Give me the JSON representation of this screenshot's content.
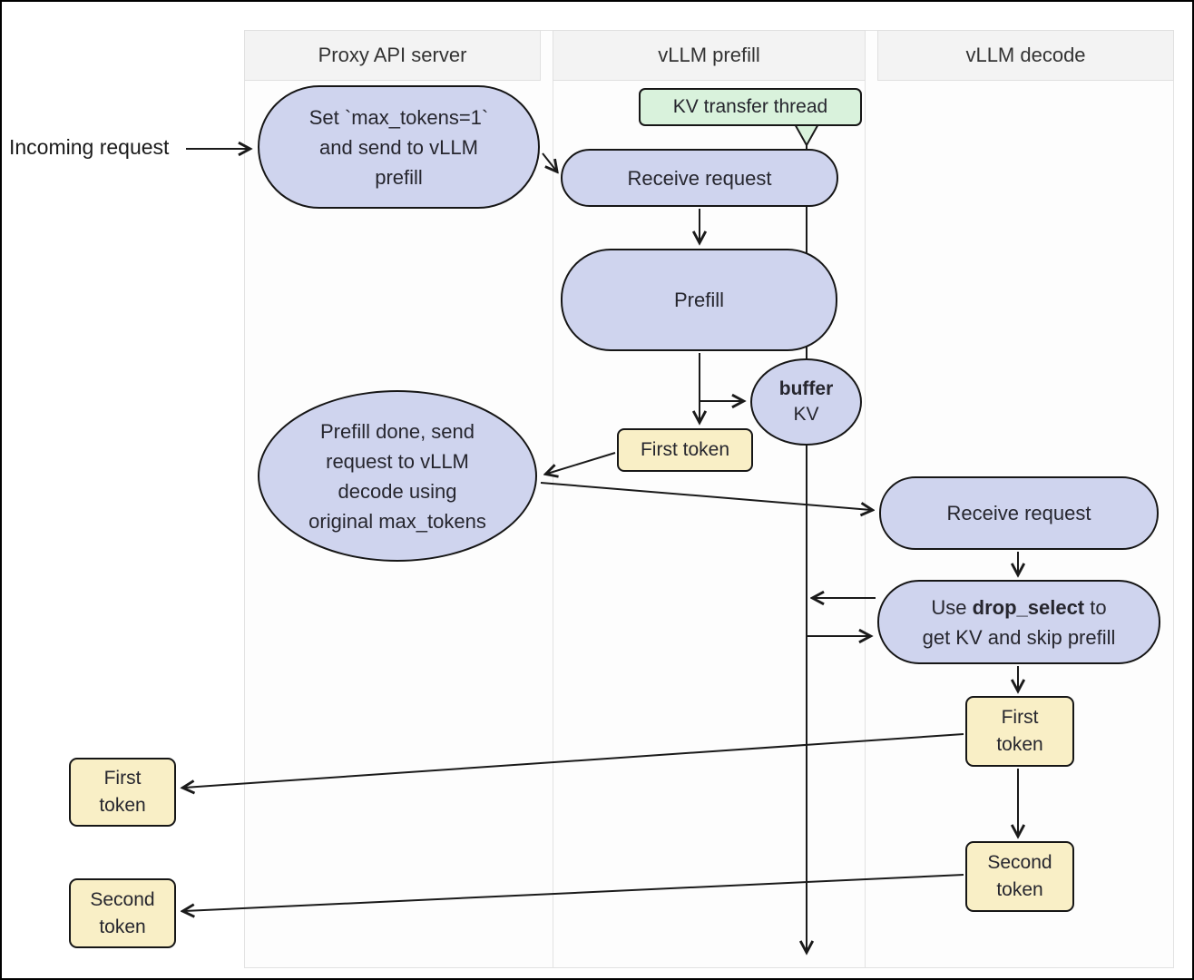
{
  "lanes": [
    {
      "label": "Proxy API server"
    },
    {
      "label": "vLLM prefill"
    },
    {
      "label": "vLLM decode"
    }
  ],
  "annotations": {
    "incoming_request": "Incoming request"
  },
  "nodes": {
    "kv_transfer_thread": {
      "label": "KV transfer thread"
    },
    "set_max_tokens": {
      "lines": [
        "Set `max_tokens=1`",
        "and send to vLLM",
        "prefill"
      ]
    },
    "receive_request_prefill": {
      "label": "Receive request"
    },
    "prefill": {
      "label": "Prefill"
    },
    "buffer_kv": {
      "bold": "buffer",
      "label2": "KV"
    },
    "first_token_prefill": {
      "label": "First token"
    },
    "prefill_done": {
      "lines": [
        "Prefill done, send",
        "request to vLLM",
        "decode using",
        "original max_tokens"
      ]
    },
    "receive_request_decode": {
      "label": "Receive request"
    },
    "drop_select": {
      "use": "Use ",
      "keyword": "drop_select",
      "to": " to",
      "line2": "get KV and skip prefill"
    },
    "first_token_decode": {
      "lines": [
        "First",
        "token"
      ]
    },
    "second_token_decode": {
      "lines": [
        "Second",
        "token"
      ]
    },
    "first_token_out": {
      "lines": [
        "First",
        "token"
      ]
    },
    "second_token_out": {
      "lines": [
        "Second",
        "token"
      ]
    }
  },
  "colors": {
    "node_fill": "#cfd4ee",
    "token_fill": "#f9efc6",
    "thread_fill": "#d9f2dc",
    "node_border": "#161616",
    "lane_header_bg": "#f3f3f3",
    "lane_border": "#e2e2e2",
    "arrow": "#1a1a1a"
  }
}
